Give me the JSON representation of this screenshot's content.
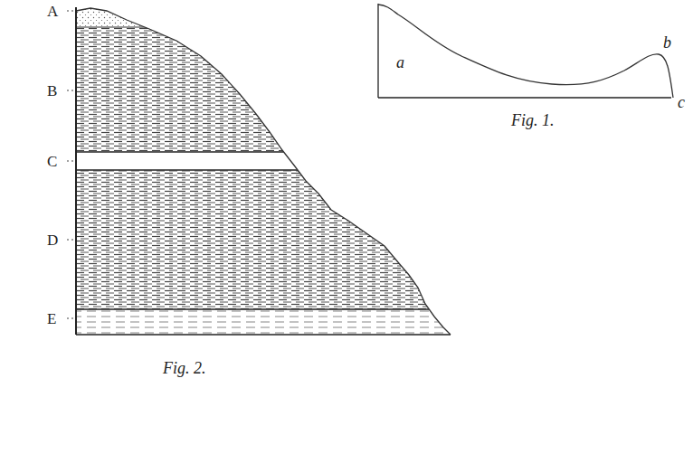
{
  "diagram": {
    "labels": [
      "A",
      "B",
      "C",
      "D",
      "E",
      "Fig. 2.",
      "a",
      "b",
      "c",
      "Fig. 1."
    ]
  }
}
